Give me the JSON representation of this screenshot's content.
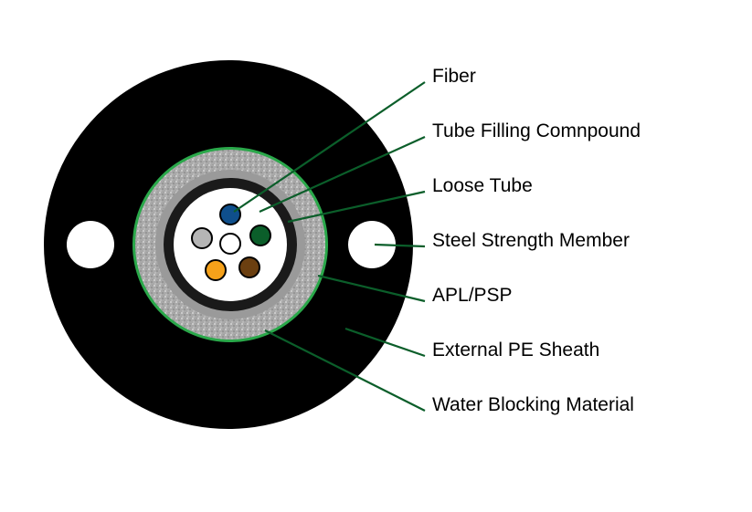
{
  "colors": {
    "sheath": "#000000",
    "leader_line": "#0b5e2a",
    "apl_ring": "#2aa84a",
    "water_blocking": "#b4b4b4",
    "loose_tube": "#1a1a1a",
    "tube_filling": "#ffffff",
    "strength_member_hole": "#ffffff"
  },
  "fibers": [
    {
      "color": "#0f4f8c"
    },
    {
      "color": "#0b5e2a"
    },
    {
      "color": "#6b3f10"
    },
    {
      "color": "#f5a11a"
    },
    {
      "color": "#b5b5b5"
    },
    {
      "color": "#ffffff"
    }
  ],
  "labels": [
    {
      "id": "fiber",
      "text": "Fiber"
    },
    {
      "id": "tube-filling",
      "text": "Tube Filling Comnpound"
    },
    {
      "id": "loose-tube",
      "text": "Loose Tube"
    },
    {
      "id": "steel-strength-member",
      "text": "Steel Strength Member"
    },
    {
      "id": "apl-psp",
      "text": "APL/PSP"
    },
    {
      "id": "external-pe-sheath",
      "text": "External PE Sheath"
    },
    {
      "id": "water-blocking-material",
      "text": "Water Blocking Material"
    }
  ]
}
